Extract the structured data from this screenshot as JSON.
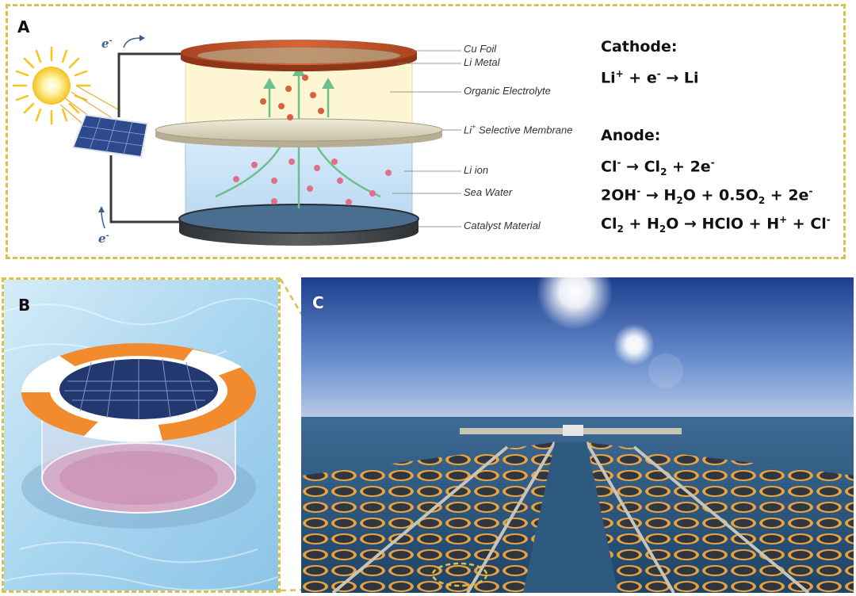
{
  "panels": {
    "a": "A",
    "b": "B",
    "c": "C"
  },
  "diagram_labels": {
    "cu_foil": "Cu Foil",
    "li_metal": "Li Metal",
    "organic_electrolyte": "Organic Electrolyte",
    "membrane_prefix": "Li",
    "membrane_sup": "+",
    "membrane_suffix": " Selective Membrane",
    "li_ion": "Li ion",
    "sea_water": "Sea Water",
    "catalyst_material": "Catalyst Material",
    "electron_base": "e",
    "electron_sup": "-"
  },
  "reactions": {
    "cathode_heading": "Cathode:",
    "anode_heading": "Anode:",
    "cathode_eq": [
      {
        "t": "Li",
        "s": "n"
      },
      {
        "t": "+",
        "s": "sup"
      },
      {
        "t": " + e",
        "s": "n"
      },
      {
        "t": "-",
        "s": "sup"
      },
      {
        "t": " → Li",
        "s": "n"
      }
    ],
    "anode_eq1": [
      {
        "t": "Cl",
        "s": "n"
      },
      {
        "t": "-",
        "s": "sup"
      },
      {
        "t": " → Cl",
        "s": "n"
      },
      {
        "t": "2",
        "s": "sub"
      },
      {
        "t": " + 2e",
        "s": "n"
      },
      {
        "t": "-",
        "s": "sup"
      }
    ],
    "anode_eq2": [
      {
        "t": "2OH",
        "s": "n"
      },
      {
        "t": "-",
        "s": "sup"
      },
      {
        "t": " → H",
        "s": "n"
      },
      {
        "t": "2",
        "s": "sub"
      },
      {
        "t": "O + 0.5O",
        "s": "n"
      },
      {
        "t": "2",
        "s": "sub"
      },
      {
        "t": " + 2e",
        "s": "n"
      },
      {
        "t": "-",
        "s": "sup"
      }
    ],
    "anode_eq3": [
      {
        "t": "Cl",
        "s": "n"
      },
      {
        "t": "2",
        "s": "sub"
      },
      {
        "t": " + H",
        "s": "n"
      },
      {
        "t": "2",
        "s": "sub"
      },
      {
        "t": "O → HClO + H",
        "s": "n"
      },
      {
        "t": "+",
        "s": "sup"
      },
      {
        "t": " + Cl",
        "s": "n"
      },
      {
        "t": "-",
        "s": "sup"
      }
    ]
  },
  "colors": {
    "border": "#d9c24a",
    "electron": "#3a5f8f",
    "copper": "#c2552f",
    "arrow": "#7fc79a",
    "li_ion": "#d9603e",
    "sea_ion": "#e0708a"
  }
}
